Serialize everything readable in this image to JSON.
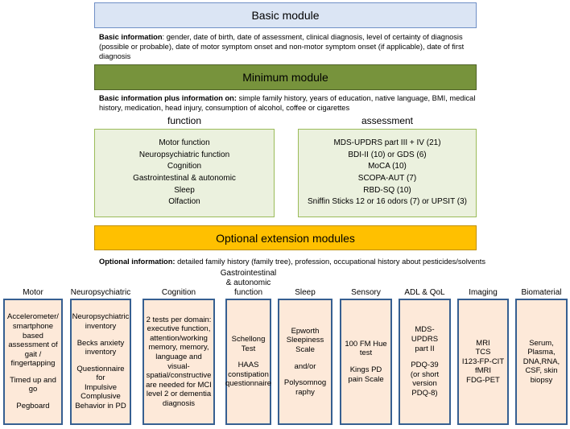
{
  "basic": {
    "title": "Basic module",
    "info_label": "Basic information",
    "info_text": ": gender, date of birth, date of assessment, clinical diagnosis, level of certainty of diagnosis (possible or probable), date of motor symptom onset and non-motor symptom onset (if applicable), date of first diagnosis"
  },
  "minimum": {
    "title": "Minimum module",
    "info_label": "Basic information plus information on:",
    "info_text": " simple family history, years of education, native language, BMI, medical history, medication, head injury, consumption of alcohol, coffee or cigarettes",
    "function_header": "function",
    "assessment_header": "assessment",
    "functions": [
      "Motor function",
      "Neuropsychiatric function",
      "Cognition",
      "Gastrointestinal & autonomic",
      "Sleep",
      "Olfaction"
    ],
    "assessments": [
      "MDS-UPDRS part III + IV (21)",
      "BDI-II (10) or GDS (6)",
      "MoCA (10)",
      "SCOPA-AUT (7)",
      "RBD-SQ (10)",
      "Sniffin Sticks 12 or 16 odors (7) or UPSIT (3)"
    ]
  },
  "optional": {
    "title": "Optional extension modules",
    "info_label": "Optional information:",
    "info_text": " detailed family history (family tree), profession, occupational history about pesticides/solvents"
  },
  "modules": [
    {
      "name": "Motor",
      "groups": [
        [
          "Accelerometer/",
          "smartphone",
          "based",
          "assessment of",
          "gait /",
          "fingertapping"
        ],
        [
          "Timed up and",
          "go"
        ],
        [
          "Pegboard"
        ]
      ]
    },
    {
      "name": "Neuropsychiatric",
      "groups": [
        [
          "Neuropsychiatric",
          "inventory"
        ],
        [
          "Becks anxiety",
          "inventory"
        ],
        [
          "Questionnaire for",
          "Impulsive",
          "Complusive",
          "Behavior in PD"
        ]
      ]
    },
    {
      "name": "Cognition",
      "groups": [
        [
          "2 tests per domain:",
          "executive function,",
          "attention/working",
          "memory, memory,",
          "language and",
          "visual-",
          "spatial/constructive",
          "are needed for MCI",
          "level 2 or dementia",
          "diagnosis"
        ]
      ]
    },
    {
      "name": "Gastrointestinal & autonomic function",
      "groups": [
        [
          "Schellong",
          "Test"
        ],
        [
          "HAAS",
          "constipation",
          "questionnaire"
        ]
      ]
    },
    {
      "name": "Sleep",
      "groups": [
        [
          "Epworth",
          "Sleepiness",
          "Scale"
        ],
        [
          "and/or"
        ],
        [
          "Polysomnog",
          "raphy"
        ]
      ]
    },
    {
      "name": "Sensory",
      "groups": [
        [
          "100 FM Hue",
          "test"
        ],
        [
          "Kings PD",
          "pain Scale"
        ]
      ]
    },
    {
      "name": "ADL & QoL",
      "groups": [
        [
          "MDS-UPDRS",
          "part II"
        ],
        [
          "PDQ-39",
          "(or short",
          "version",
          "PDQ-8)"
        ]
      ]
    },
    {
      "name": "Imaging",
      "groups": [
        [
          "MRI",
          "TCS",
          "I123-FP-CIT",
          "fMRI",
          "FDG-PET"
        ]
      ]
    },
    {
      "name": "Biomaterial",
      "groups": [
        [
          "Serum,",
          "Plasma,",
          "DNA,RNA,",
          "CSF, skin",
          "biopsy"
        ]
      ]
    }
  ],
  "colors": {
    "basic_fill": "#dbe5f4",
    "minimum_fill": "#77933c",
    "optional_fill": "#ffc000",
    "green_box_fill": "#ebf1de",
    "module_fill": "#fde9d9",
    "module_border": "#365f91"
  }
}
